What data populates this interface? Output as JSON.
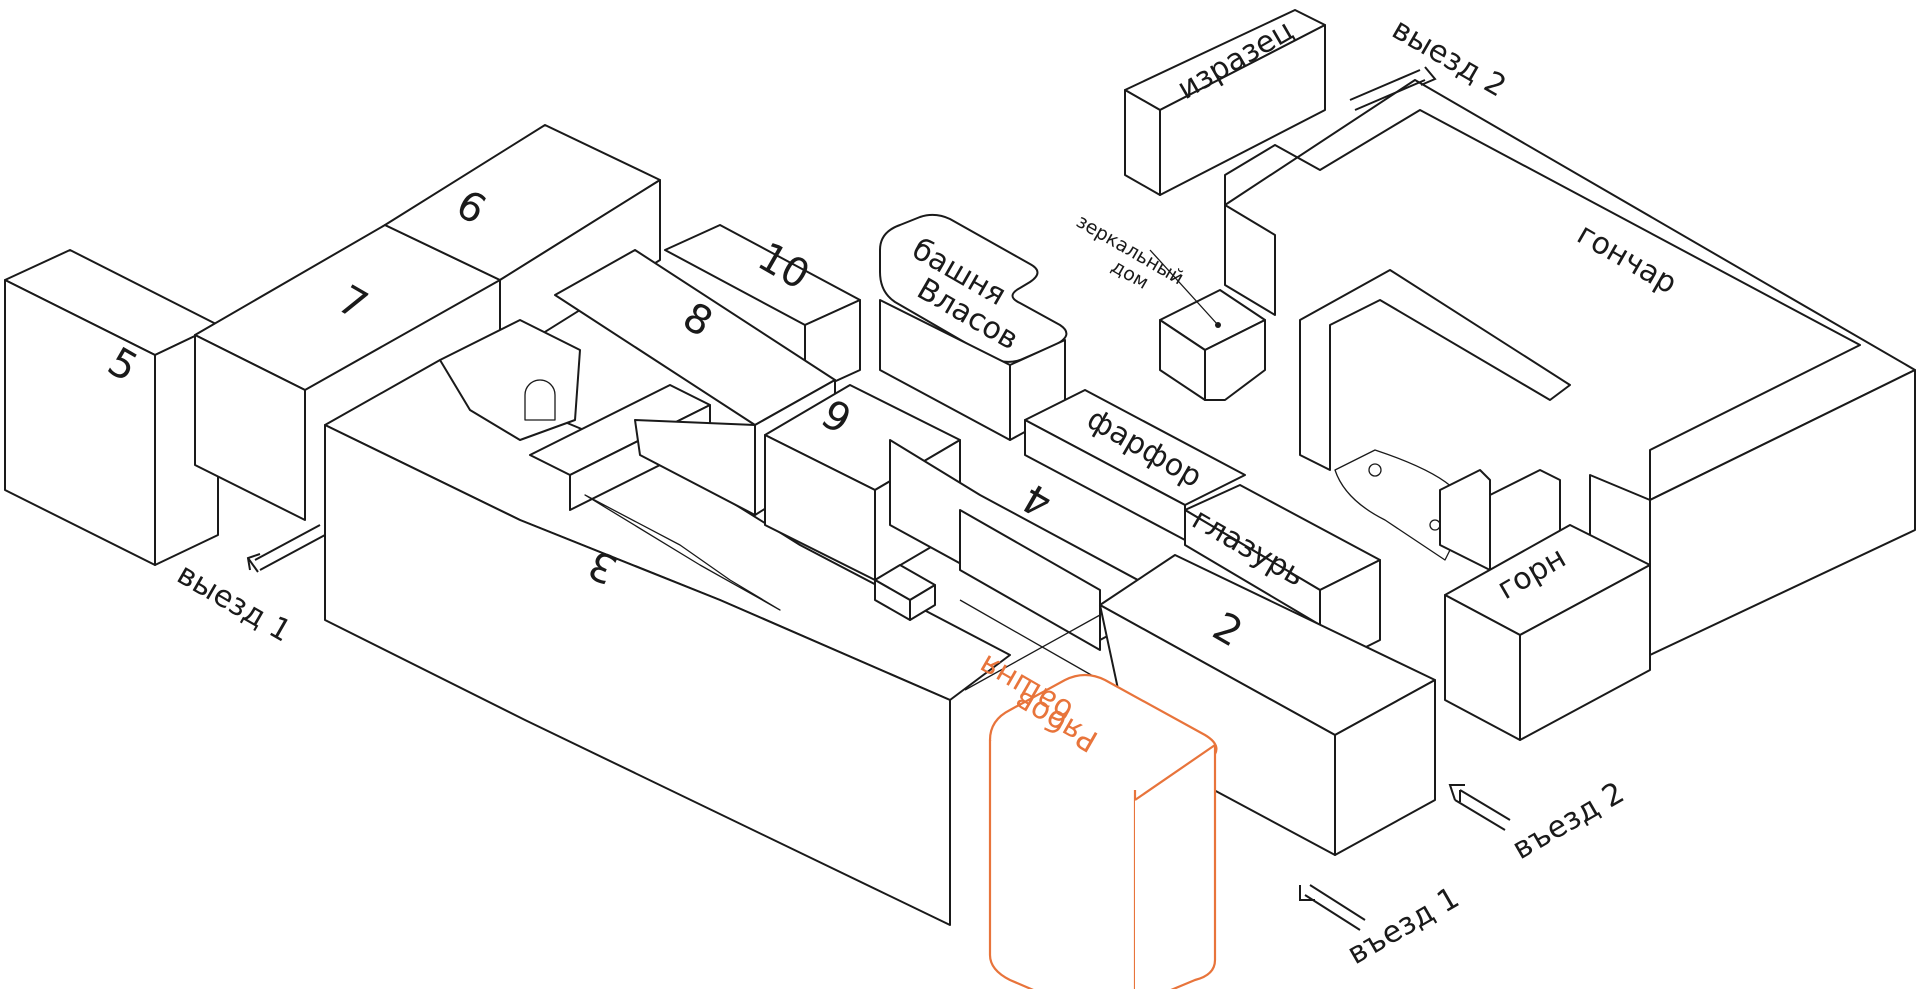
{
  "colors": {
    "line": "#1a1a1a",
    "background": "#ffffff",
    "highlight": "#e8743b"
  },
  "buildings": {
    "b5": "5",
    "b7": "7",
    "b9": "9",
    "b10": "10",
    "b8": "8",
    "b6": "6",
    "b4": "4",
    "b3": "3",
    "b2": "2",
    "izrazets": "изразец",
    "gonchar": "гончар",
    "gorn": "горн",
    "farfor": "фарфор",
    "glazur": "глазурь",
    "zerkalny_line1": "зеркальный",
    "zerkalny_line2": "дом",
    "vlasov_line1": "башня",
    "vlasov_line2": "Власов",
    "ryabov_line1": "башня",
    "ryabov_line2": "Рябов"
  },
  "access": {
    "exit1": "выезд 1",
    "exit2": "выезд 2",
    "entry1": "въезд 1",
    "entry2": "въезд 2"
  }
}
